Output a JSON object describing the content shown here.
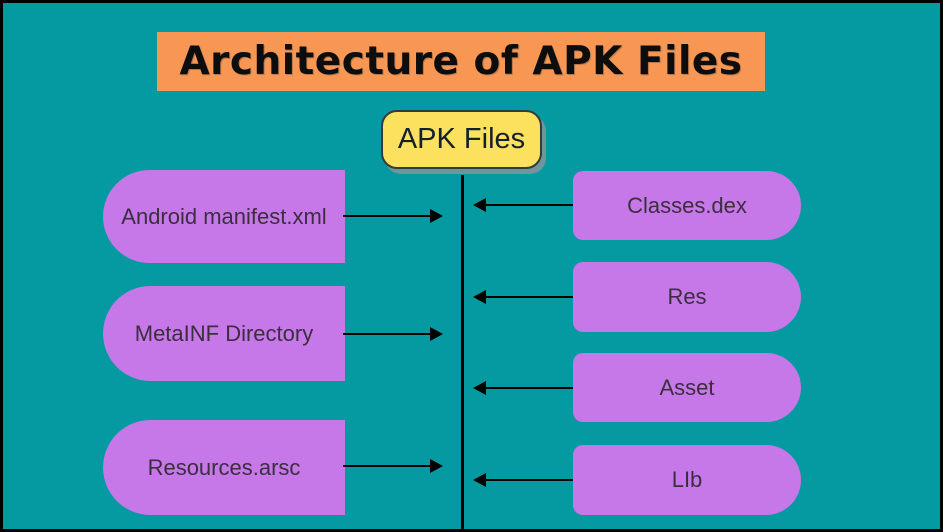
{
  "title": {
    "text": "Architecture of APK Files"
  },
  "root_node": {
    "label": "APK Files"
  },
  "left_items": [
    {
      "label": "Android manifest.xml"
    },
    {
      "label": "MetaINF Directory"
    },
    {
      "label": "Resources.arsc"
    }
  ],
  "right_items": [
    {
      "label": "Classes.dex"
    },
    {
      "label": "Res"
    },
    {
      "label": "Asset"
    },
    {
      "label": "LIb"
    }
  ],
  "colors": {
    "background": "#0599A1",
    "border": "#000000",
    "banner": "#F89653",
    "node_fill": "#FBE15E",
    "shape_fill": "#C778E8",
    "text": "#3A2E3F",
    "arrow": "#000000"
  }
}
